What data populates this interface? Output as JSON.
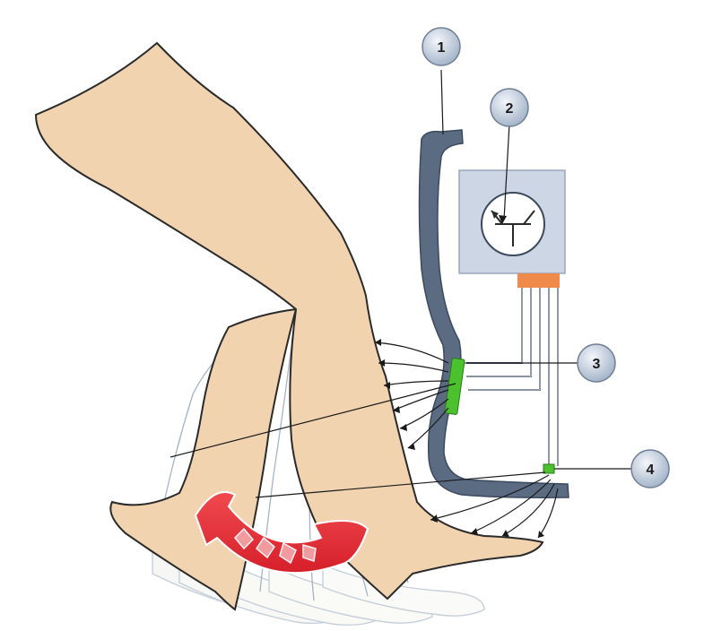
{
  "diagram": {
    "callouts": [
      {
        "number": "1",
        "target": "shell"
      },
      {
        "number": "2",
        "target": "transistor-unit"
      },
      {
        "number": "3",
        "target": "upper-electrode"
      },
      {
        "number": "4",
        "target": "lower-electrode"
      }
    ],
    "colors": {
      "skin": "#f2d3b0",
      "skin_outline": "#2a2a2a",
      "shell": "#5a6b82",
      "electrode": "#4cc12e",
      "housing": "#cdd6e4",
      "connector": "#f08a4b",
      "wire": "#4a5a72",
      "arrow": "#e8343a",
      "callout_fill": "#c9d3e0"
    },
    "icons": [
      "transistor-symbol",
      "rotation-arrow-icon"
    ]
  }
}
